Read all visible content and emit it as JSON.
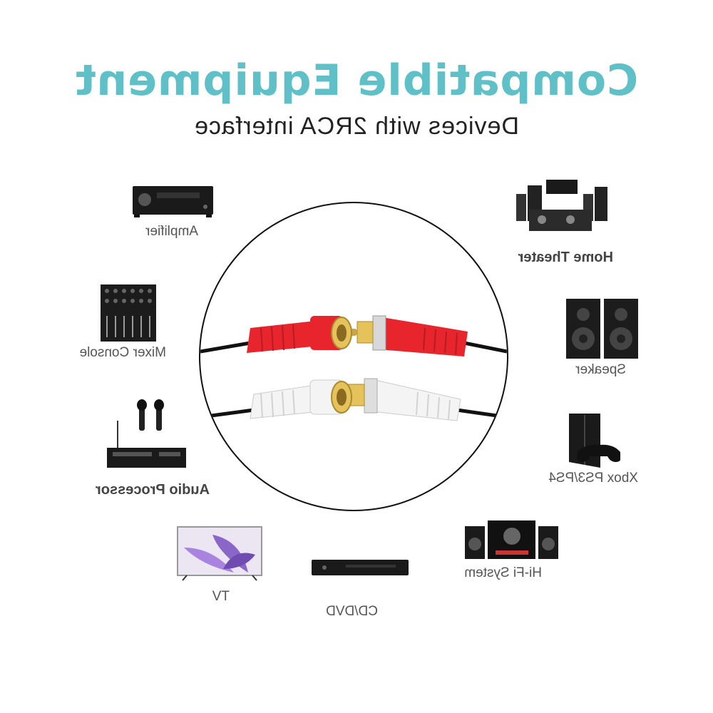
{
  "header": {
    "title": "Compatible Equipment",
    "subtitle": "Devices with 2RCA interface"
  },
  "devices": {
    "amplifier": "Amplifier",
    "mixer_console": "Mixer Console",
    "audio_processor": "Audio Processor",
    "tv": "TV",
    "cd_dvd": "CD/DVD",
    "hifi_system": "Hi-Fi System",
    "xbox_ps": "Xbox PS3/PS4",
    "speaker": "Speaker",
    "home_theater": "Home Theater"
  },
  "colors": {
    "title": "#5fc0c8",
    "red_plug": "#e8242d",
    "white_plug": "#f4f4f4",
    "gold_tip": "#c9a544"
  }
}
